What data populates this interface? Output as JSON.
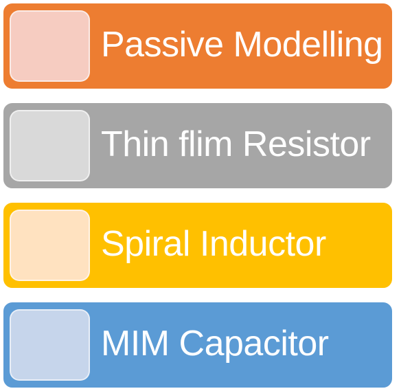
{
  "diagram": {
    "type": "smartart-vertical-list",
    "background_color": "#ffffff",
    "outline_color": "#ffffff",
    "text_color": "#ffffff",
    "items": [
      {
        "label": "Passive Modelling",
        "color": "#ED7D31",
        "tint": "#F6CCC1"
      },
      {
        "label": "Thin flim Resistor",
        "color": "#A6A6A6",
        "tint": "#D9D9D9"
      },
      {
        "label": "Spiral Inductor",
        "color": "#FFC000",
        "tint": "#FFE2C0"
      },
      {
        "label": "MIM Capacitor",
        "color": "#5B9BD5",
        "tint": "#C6D5EB"
      }
    ]
  }
}
